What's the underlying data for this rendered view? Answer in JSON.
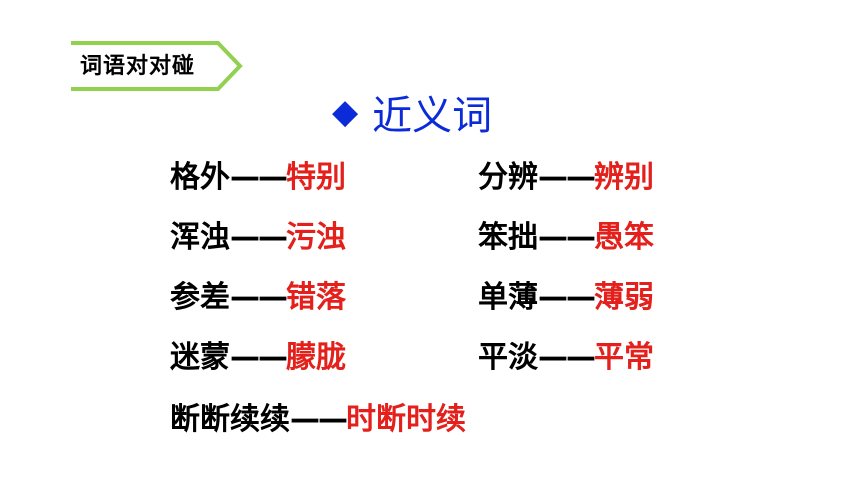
{
  "tag": {
    "label": "词语对对碰",
    "border_color": "#92d050",
    "fill_color": "#ffffff"
  },
  "section": {
    "bullet": "◆",
    "title": "近义词",
    "color": "#0b2bd8"
  },
  "colors": {
    "term": "#000000",
    "synonym": "#e3201b"
  },
  "dash": "——",
  "pairs": [
    {
      "term": "格外",
      "synonym": "特别"
    },
    {
      "term": "分辨",
      "synonym": "辨别"
    },
    {
      "term": "浑浊",
      "synonym": "污浊"
    },
    {
      "term": "笨拙",
      "synonym": "愚笨"
    },
    {
      "term": "参差",
      "synonym": "错落"
    },
    {
      "term": "单薄",
      "synonym": "薄弱"
    },
    {
      "term": "迷蒙",
      "synonym": "朦胧"
    },
    {
      "term": "平淡",
      "synonym": "平常"
    },
    {
      "term": "断断续续",
      "synonym": "时断时续"
    }
  ]
}
